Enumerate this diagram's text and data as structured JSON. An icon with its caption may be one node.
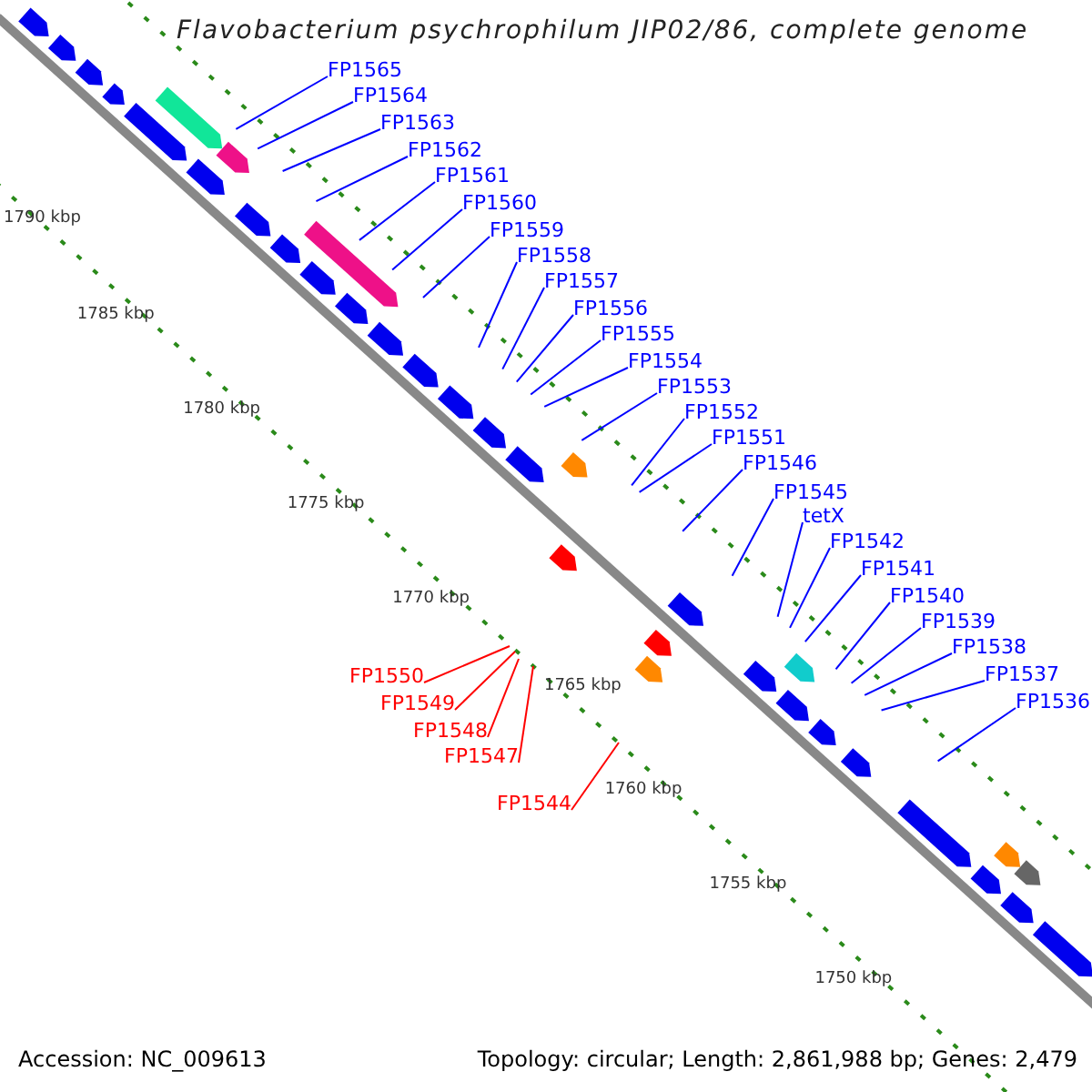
{
  "diagram": {
    "title": "Flavobacterium psychrophilum JIP02/86, complete genome",
    "nodes": [
      {
        "text": [
          "FP1565"
        ]
      },
      {
        "text": [
          "FP1564"
        ]
      },
      {
        "text": [
          "FP1563"
        ]
      },
      {
        "text": [
          "FP1562"
        ]
      },
      {
        "text": [
          "FP1561"
        ]
      },
      {
        "text": [
          "FP1560"
        ]
      },
      {
        "text": [
          "FP1559"
        ]
      },
      {
        "text": [
          "FP1558"
        ]
      },
      {
        "text": [
          "FP1557"
        ]
      },
      {
        "text": [
          "FP1556"
        ]
      },
      {
        "text": [
          "FP1555"
        ]
      },
      {
        "text": [
          "FP1554"
        ]
      },
      {
        "text": [
          "FP1553"
        ]
      },
      {
        "text": [
          "FP1552"
        ]
      },
      {
        "text": [
          "FP1551"
        ]
      },
      {
        "text": [
          "FP1546"
        ]
      },
      {
        "text": [
          "FP1545"
        ]
      },
      {
        "text": [
          "tetX"
        ]
      },
      {
        "text": [
          "FP1542"
        ]
      },
      {
        "text": [
          "FP1541"
        ]
      },
      {
        "text": [
          "FP1540"
        ]
      },
      {
        "text": [
          "FP1539"
        ]
      },
      {
        "text": [
          "FP1538"
        ]
      },
      {
        "text": [
          "FP1537"
        ]
      },
      {
        "text": [
          "FP1536"
        ]
      },
      {
        "text": [
          "FP1550"
        ]
      },
      {
        "text": [
          "FP1549"
        ]
      },
      {
        "text": [
          "FP1548"
        ]
      },
      {
        "text": [
          "FP1547"
        ]
      },
      {
        "text": [
          "FP1544"
        ]
      }
    ],
    "edges": [
      {
        "from": 0,
        "to": null,
        "arrow": "none"
      },
      {
        "from": 1,
        "to": null,
        "arrow": "none"
      },
      {
        "from": 2,
        "to": null,
        "arrow": "none"
      },
      {
        "from": 3,
        "to": null,
        "arrow": "none"
      },
      {
        "from": 4,
        "to": null,
        "arrow": "none"
      },
      {
        "from": 5,
        "to": null,
        "arrow": "none"
      },
      {
        "from": 6,
        "to": null,
        "arrow": "none"
      },
      {
        "from": 7,
        "to": null,
        "arrow": "none"
      },
      {
        "from": 8,
        "to": null,
        "arrow": "none"
      },
      {
        "from": 9,
        "to": null,
        "arrow": "none"
      },
      {
        "from": 10,
        "to": null,
        "arrow": "none"
      },
      {
        "from": 11,
        "to": null,
        "arrow": "none"
      },
      {
        "from": 12,
        "to": null,
        "arrow": "none"
      },
      {
        "from": 13,
        "to": null,
        "arrow": "none"
      },
      {
        "from": 14,
        "to": null,
        "arrow": "none"
      },
      {
        "from": 15,
        "to": null,
        "arrow": "none"
      },
      {
        "from": 16,
        "to": null,
        "arrow": "none"
      },
      {
        "from": 17,
        "to": null,
        "arrow": "none"
      },
      {
        "from": 18,
        "to": null,
        "arrow": "none"
      },
      {
        "from": 19,
        "to": null,
        "arrow": "none"
      },
      {
        "from": 20,
        "to": null,
        "arrow": "none"
      },
      {
        "from": 21,
        "to": null,
        "arrow": "none"
      },
      {
        "from": 22,
        "to": null,
        "arrow": "none"
      },
      {
        "from": 23,
        "to": null,
        "arrow": "none"
      },
      {
        "from": 24,
        "to": null,
        "arrow": "none"
      },
      {
        "from": 25,
        "to": null,
        "arrow": "none",
        "color": "#ff0000"
      },
      {
        "from": 26,
        "to": null,
        "arrow": "none",
        "color": "#ff0000"
      },
      {
        "from": 27,
        "to": null,
        "arrow": "none",
        "color": "#ff0000"
      },
      {
        "from": 28,
        "to": null,
        "arrow": "none",
        "color": "#ff0000"
      },
      {
        "from": 29,
        "to": null,
        "arrow": "none",
        "color": "#ff0000"
      }
    ],
    "labels": [
      "1790 kbp",
      "1785 kbp",
      "1780 kbp",
      "1775 kbp",
      "1770 kbp",
      "1765 kbp",
      "1760 kbp",
      "1755 kbp",
      "1750 kbp",
      "Accession: NC_009613",
      "Topology: circular; Length: 2,861,988 bp; Genes: 2,479"
    ]
  }
}
